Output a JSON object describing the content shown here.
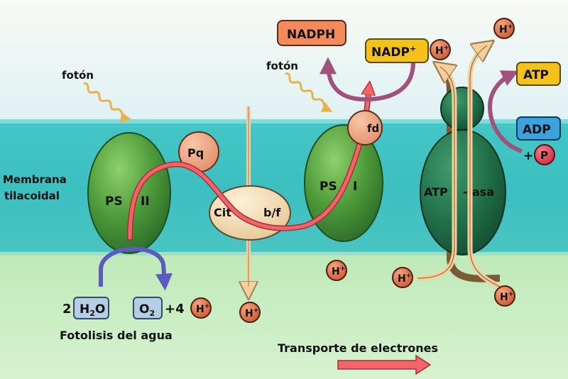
{
  "labels": {
    "photon_left": "fotón",
    "photon_right": "fotón",
    "membrane_line1": "Membrana",
    "membrane_line2": "tilacoidal",
    "psii_left": "PS",
    "psii_right": "II",
    "psi_left": "PS",
    "psi_right": "I",
    "pq": "Pq",
    "cit_left": "Cit",
    "cit_right": "b/f",
    "fd": "fd",
    "atpase_left": "ATP",
    "atpase_right": "asa",
    "atpase_dash": "-",
    "nadph": "NADPH",
    "nadp_base": "NADP",
    "nadp_sup": "+",
    "atp": "ATP",
    "adp": "ADP",
    "plus_p": "+",
    "p": "P",
    "coef_water": "2",
    "h2o_h": "H",
    "h2o_sub": "2",
    "h2o_o": "O",
    "o2_o": "O",
    "o2_sub": "2",
    "plus_four": "+4",
    "h_base": "H",
    "h_sup": "+",
    "photolysis": "Fotolisis del agua",
    "transport": "Transporte de electrones"
  },
  "colors": {
    "bg_top": "#f4f7ef",
    "bg_top_edge": "#dff0f5",
    "membrane": "#3ec0c2",
    "membrane_highlight": "#7edbd9",
    "bg_bottom": "#cdeec5",
    "complex_green": "#4d9a3a",
    "complex_green_dark": "#1f6a2a",
    "atpase_dark": "#1f6c47",
    "pq_fill": "#f0a37f",
    "cit_fill": "#f6dfb5",
    "h_fill": "#e0774f",
    "nadph_fill": "#f28a5c",
    "yellow_box": "#f4c21a",
    "adp_fill": "#3ba2dd",
    "p_fill": "#e84a5d",
    "water_box": "#b6cde3",
    "electron_arrow": "#f36468",
    "magenta_arrow": "#a1527c",
    "violet_arrow": "#5c5bc1",
    "beige_arrow": "#f6cf9a"
  }
}
